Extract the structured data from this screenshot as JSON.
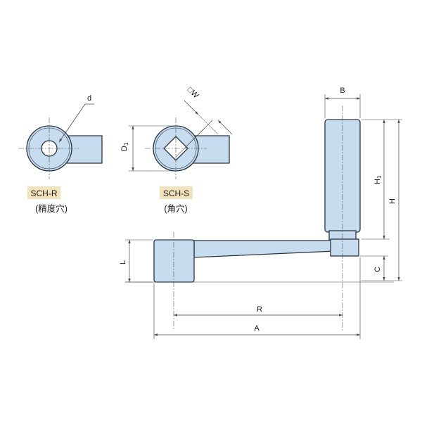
{
  "colors": {
    "part_fill": "#c7dcef",
    "part_stroke": "#2a3440",
    "badge_fill": "#f2e3bd",
    "dim_line": "#444444",
    "center_line": "#555555"
  },
  "views": {
    "round_bore": {
      "code": "SCH-R",
      "caption": "(精度穴)",
      "dim_d": "d"
    },
    "square_bore": {
      "code": "SCH-S",
      "caption": "(角穴)",
      "dim_w": "□W",
      "dim_d1": "D",
      "dim_d1_sub": "1"
    }
  },
  "main_view": {
    "dim_b": "B",
    "dim_h1": "H",
    "dim_h1_sub": "1",
    "dim_h": "H",
    "dim_l": "L",
    "dim_c": "C",
    "dim_r": "R",
    "dim_a": "A"
  }
}
